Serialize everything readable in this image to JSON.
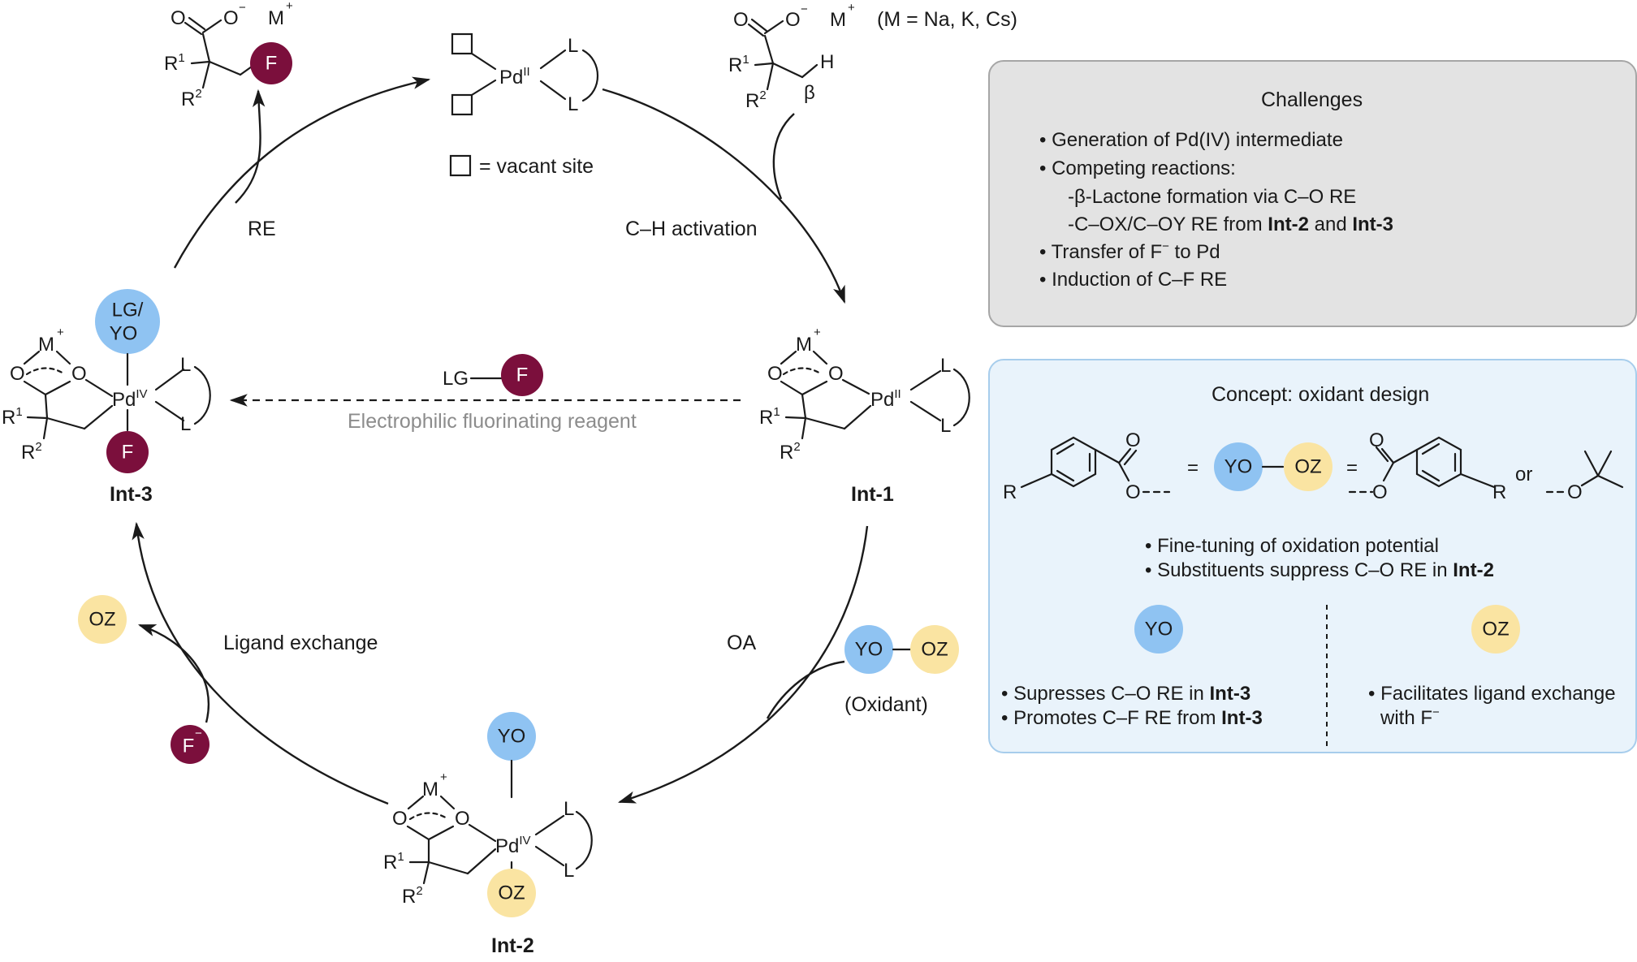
{
  "colors": {
    "fluorine": "#7b0f3c",
    "yo": "#8fc3f2",
    "oz": "#fae4a2",
    "challenges_bg": "#e3e3e3",
    "challenges_border": "#a6a6a6",
    "concept_bg": "#e9f3fb",
    "concept_border": "#a7cdec",
    "reagent_text": "#8c8c8c"
  },
  "atoms": {
    "O": "O",
    "M": "M",
    "R": "R",
    "H": "H",
    "L": "L",
    "F": "F",
    "Pd": "Pd",
    "plus": "+",
    "minus": "−",
    "one": "1",
    "two": "2",
    "II": "II",
    "IV": "IV",
    "beta": "β"
  },
  "cycle": {
    "re_label": "RE",
    "ch_activation_label": "C–H activation",
    "oa_label": "OA",
    "ligand_exchange_label": "Ligand exchange",
    "reagent_label": "Electrophilic fluorinating reagent",
    "lg": "LG",
    "vacant_site_legend": "= vacant site",
    "metal_note": "(M = Na, K, Cs)",
    "oxidant_label": "(Oxidant)",
    "int1": "Int-1",
    "int2": "Int-2",
    "int3": "Int-3",
    "lg_yo_top": "LG/",
    "lg_yo_bottom": "YO",
    "yo": "YO",
    "oz": "OZ"
  },
  "challenges": {
    "title": "Challenges",
    "b1": "• Generation of Pd(IV) intermediate",
    "b2": "• Competing reactions:",
    "b3": "-β-Lactone formation via C–O RE",
    "b4_pre": "-C–OX/C–OY RE from ",
    "b4_bold1": "Int-2",
    "b4_mid": " and ",
    "b4_bold2": "Int-3",
    "b5_pre": "• Transfer of F",
    "b5_sup": "−",
    "b5_post": " to Pd",
    "b6": "•  Induction of C–F RE"
  },
  "concept": {
    "title": "Concept: oxidant design",
    "equals": "=",
    "or": "or",
    "benzoate_r": "R",
    "fine_tuning": "• Fine-tuning of oxidation potential",
    "subst_pre": "• Substituents suppress C–O RE in ",
    "subst_bold": "Int-2",
    "yo_b1_pre": "• Supresses C–O RE in ",
    "yo_b1_bold": "Int-3",
    "yo_b2_pre": "• Promotes C–F RE from ",
    "yo_b2_bold": "Int-3",
    "oz_b1": "• Facilitates ligand exchange",
    "oz_b2_pre": "with F",
    "oz_b2_sup": "−"
  }
}
